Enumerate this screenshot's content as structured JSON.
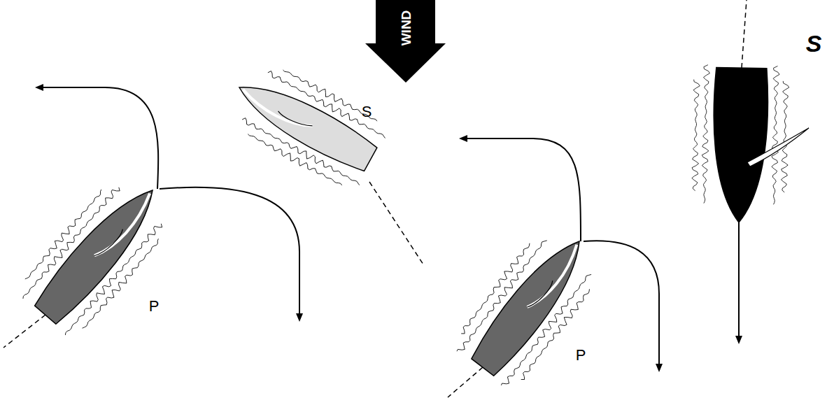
{
  "diagram": {
    "labels": [
      "WIND",
      "S",
      "P",
      "P",
      "S"
    ]
  }
}
